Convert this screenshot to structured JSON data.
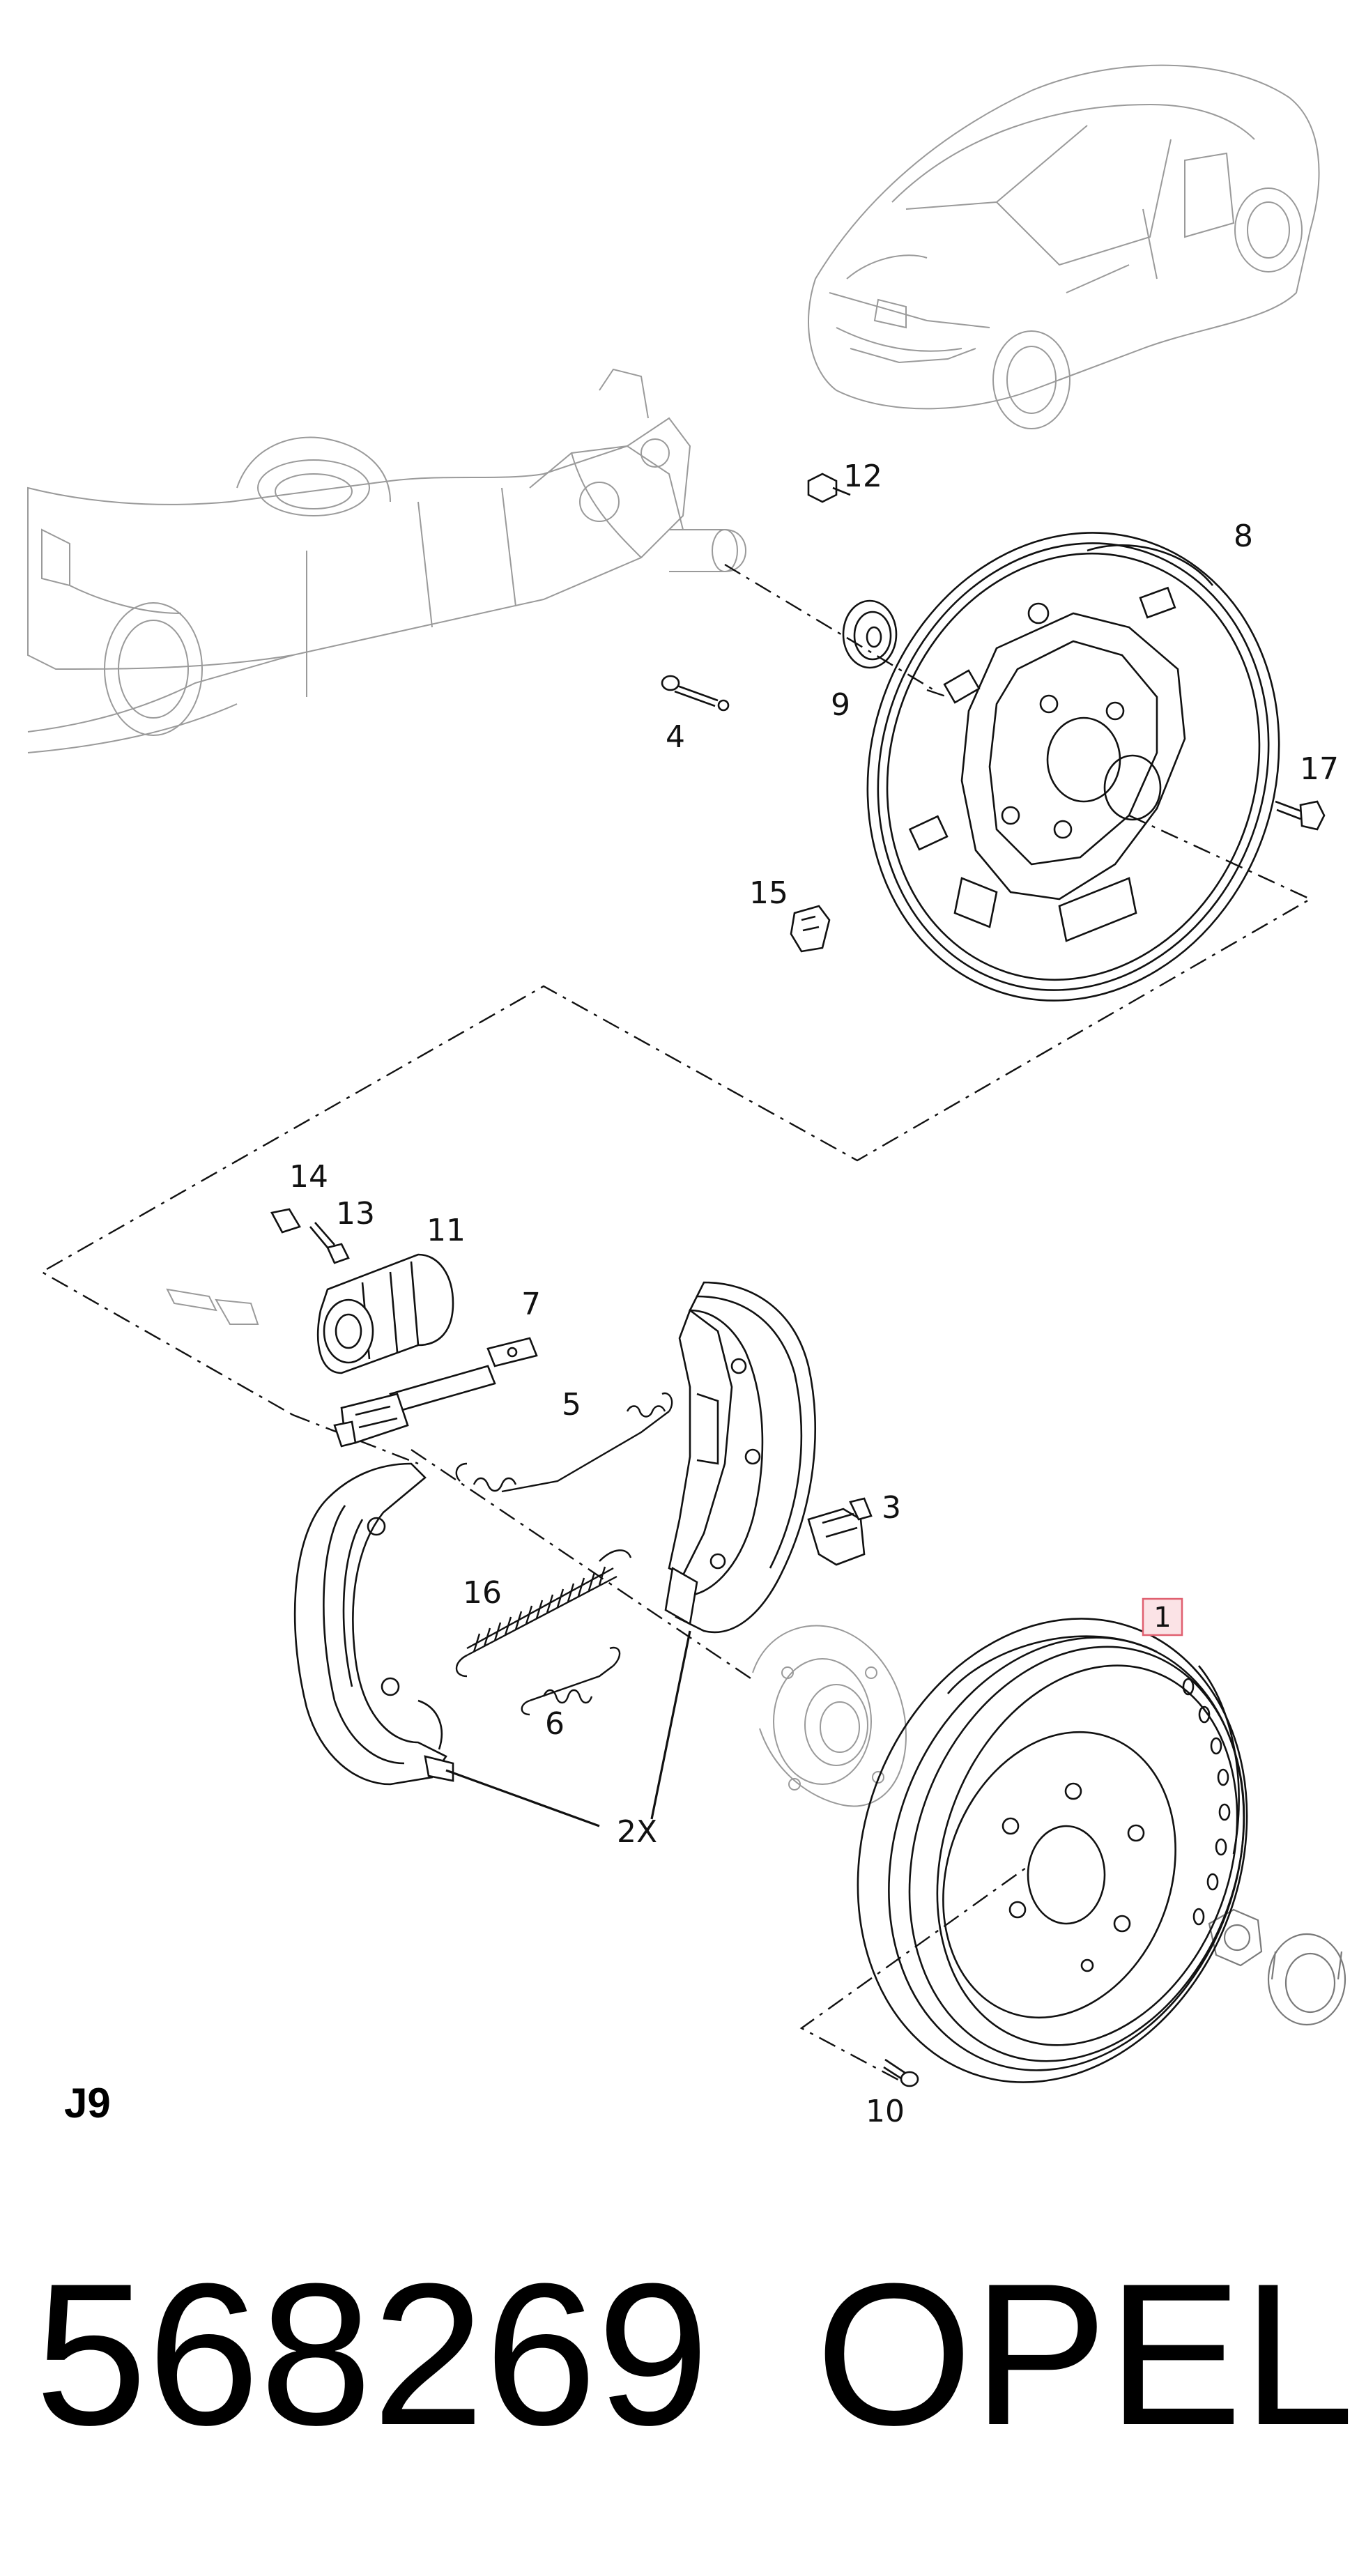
{
  "diagram": {
    "group_code": "J9",
    "part_number": "568269",
    "brand": "OPEL",
    "callouts": [
      {
        "id": "c1",
        "label": "1",
        "highlighted": true
      },
      {
        "id": "c2x",
        "label": "2X"
      },
      {
        "id": "c3",
        "label": "3"
      },
      {
        "id": "c4",
        "label": "4"
      },
      {
        "id": "c5",
        "label": "5"
      },
      {
        "id": "c6",
        "label": "6"
      },
      {
        "id": "c7",
        "label": "7"
      },
      {
        "id": "c8",
        "label": "8"
      },
      {
        "id": "c9",
        "label": "9"
      },
      {
        "id": "c10",
        "label": "10"
      },
      {
        "id": "c11",
        "label": "11"
      },
      {
        "id": "c12",
        "label": "12"
      },
      {
        "id": "c13",
        "label": "13"
      },
      {
        "id": "c14",
        "label": "14"
      },
      {
        "id": "c15",
        "label": "15"
      },
      {
        "id": "c16",
        "label": "16"
      },
      {
        "id": "c17",
        "label": "17"
      }
    ],
    "highlight_color": "#e06070"
  }
}
